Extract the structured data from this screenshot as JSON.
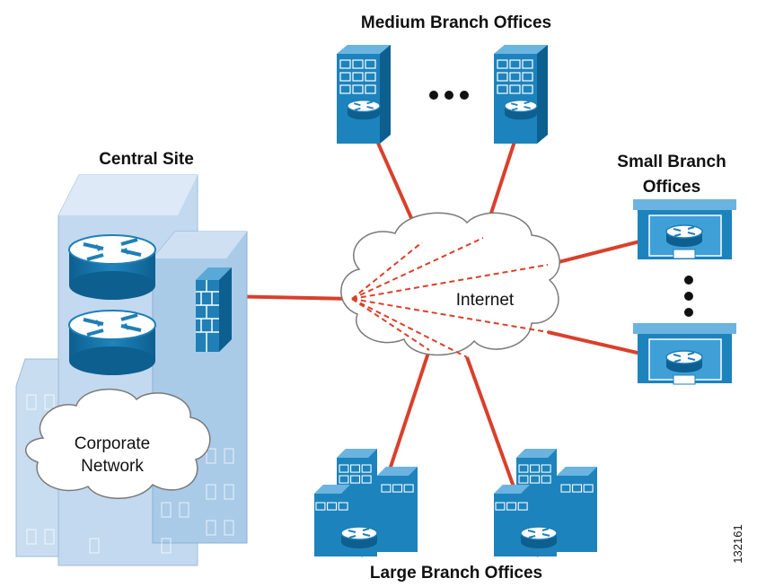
{
  "labels": {
    "central_site": "Central Site",
    "medium_branch": "Medium Branch Offices",
    "small_branch_line1": "Small Branch",
    "small_branch_line2": "Offices",
    "large_branch": "Large Branch Offices",
    "internet": "Internet",
    "corporate_line1": "Corporate",
    "corporate_line2": "Network",
    "figure_id": "132161"
  },
  "colors": {
    "link": "#d9402b",
    "building_light": "#bcd6ee",
    "building_mid": "#9fc4e4",
    "branch_blue": "#1d83bd",
    "router_blue": "#1f7fb6",
    "cloud_stroke": "#7a7a7a"
  },
  "icons": {
    "router": "router-icon",
    "firewall": "firewall-icon",
    "cloud": "cloud-icon",
    "building": "building-icon",
    "ellipsis": "ellipsis-icon"
  }
}
